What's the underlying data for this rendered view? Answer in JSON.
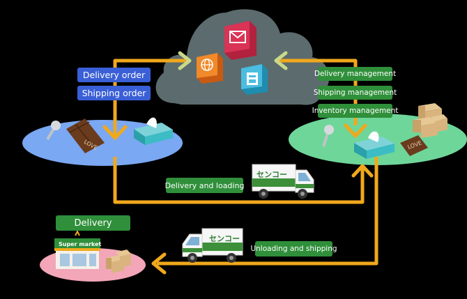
{
  "labels": {
    "delivery_order": "Delivery order",
    "shipping_order": "Shipping order",
    "delivery_management": "Delivery management",
    "shipping_management": "Shipping management",
    "inventory_management": "Inventory management",
    "delivery_and_loading": "Delivery and loading",
    "unloading_and_shipping": "Unloading and shipping",
    "delivery": "Delivery",
    "supermarket_sign": "Super market",
    "truck_brand": "センコー",
    "chocolate_label": "LOVE"
  },
  "colors": {
    "background": "#000000",
    "cloud": "#5c6b6e",
    "arrow": "#f0a81c",
    "arrow_light": "#c9d98a",
    "left_platform": "#7aa8f2",
    "right_platform": "#6fd69a",
    "bottom_platform": "#f3a6b8",
    "tag_blue": "#3a5fd6",
    "tag_green": "#2f8f3a"
  },
  "icons": [
    "mail-icon",
    "globe-icon",
    "fax-icon",
    "screw-icon",
    "chocolate-icon",
    "tissue-box-icon",
    "cardboard-boxes-icon",
    "truck-icon",
    "supermarket-icon"
  ]
}
